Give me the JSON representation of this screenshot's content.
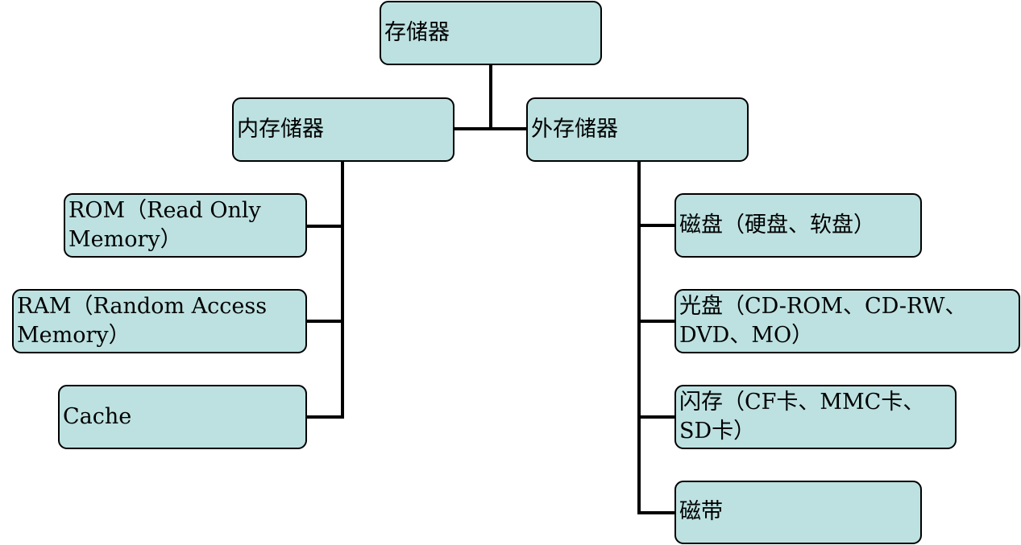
{
  "diagram": {
    "root": {
      "label": "存储器"
    },
    "internal": {
      "label": "内存储器",
      "children": [
        {
          "label": "ROM（Read Only Memory）"
        },
        {
          "label": "RAM（Random Access Memory）"
        },
        {
          "label": "Cache"
        }
      ]
    },
    "external": {
      "label": "外存储器",
      "children": [
        {
          "label": "磁盘（硬盘、软盘）"
        },
        {
          "label": "光盘（CD-ROM、CD-RW、DVD、MO）"
        },
        {
          "label": "闪存（CF卡、MMC卡、SD卡）"
        },
        {
          "label": "磁带"
        }
      ]
    }
  },
  "colors": {
    "node_fill": "#bde1e1",
    "border": "#000000",
    "connector": "#000000"
  }
}
